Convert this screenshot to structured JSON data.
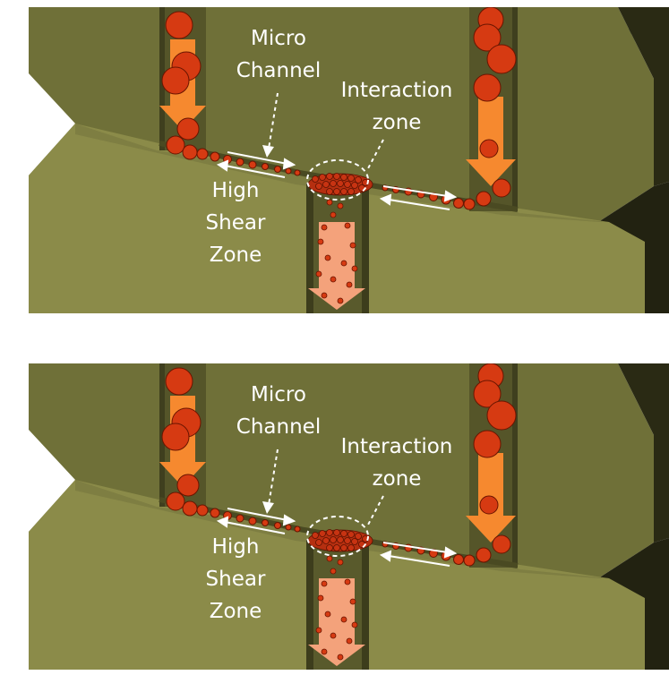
{
  "labels": {
    "micro_channel_line1": "Micro",
    "micro_channel_line2": "Channel",
    "interaction_line1": "Interaction",
    "interaction_line2": "zone",
    "high_shear_line1": "High",
    "high_shear_line2": "Shear",
    "high_shear_line3": "Zone"
  },
  "colors": {
    "background_block": "#6e6f38",
    "lower_block": "#8a8a48",
    "channel_dark": "#4e4d28",
    "particle": "#d63a12",
    "particle_stroke": "#6a1500",
    "inlet_arrow": "#f6892f",
    "outlet_arrow": "#f4a27b",
    "label": "#ffffff"
  },
  "icons": {
    "corner_button": "lens-scan-icon"
  },
  "panels": [
    {
      "id": "top"
    },
    {
      "id": "bottom"
    }
  ]
}
